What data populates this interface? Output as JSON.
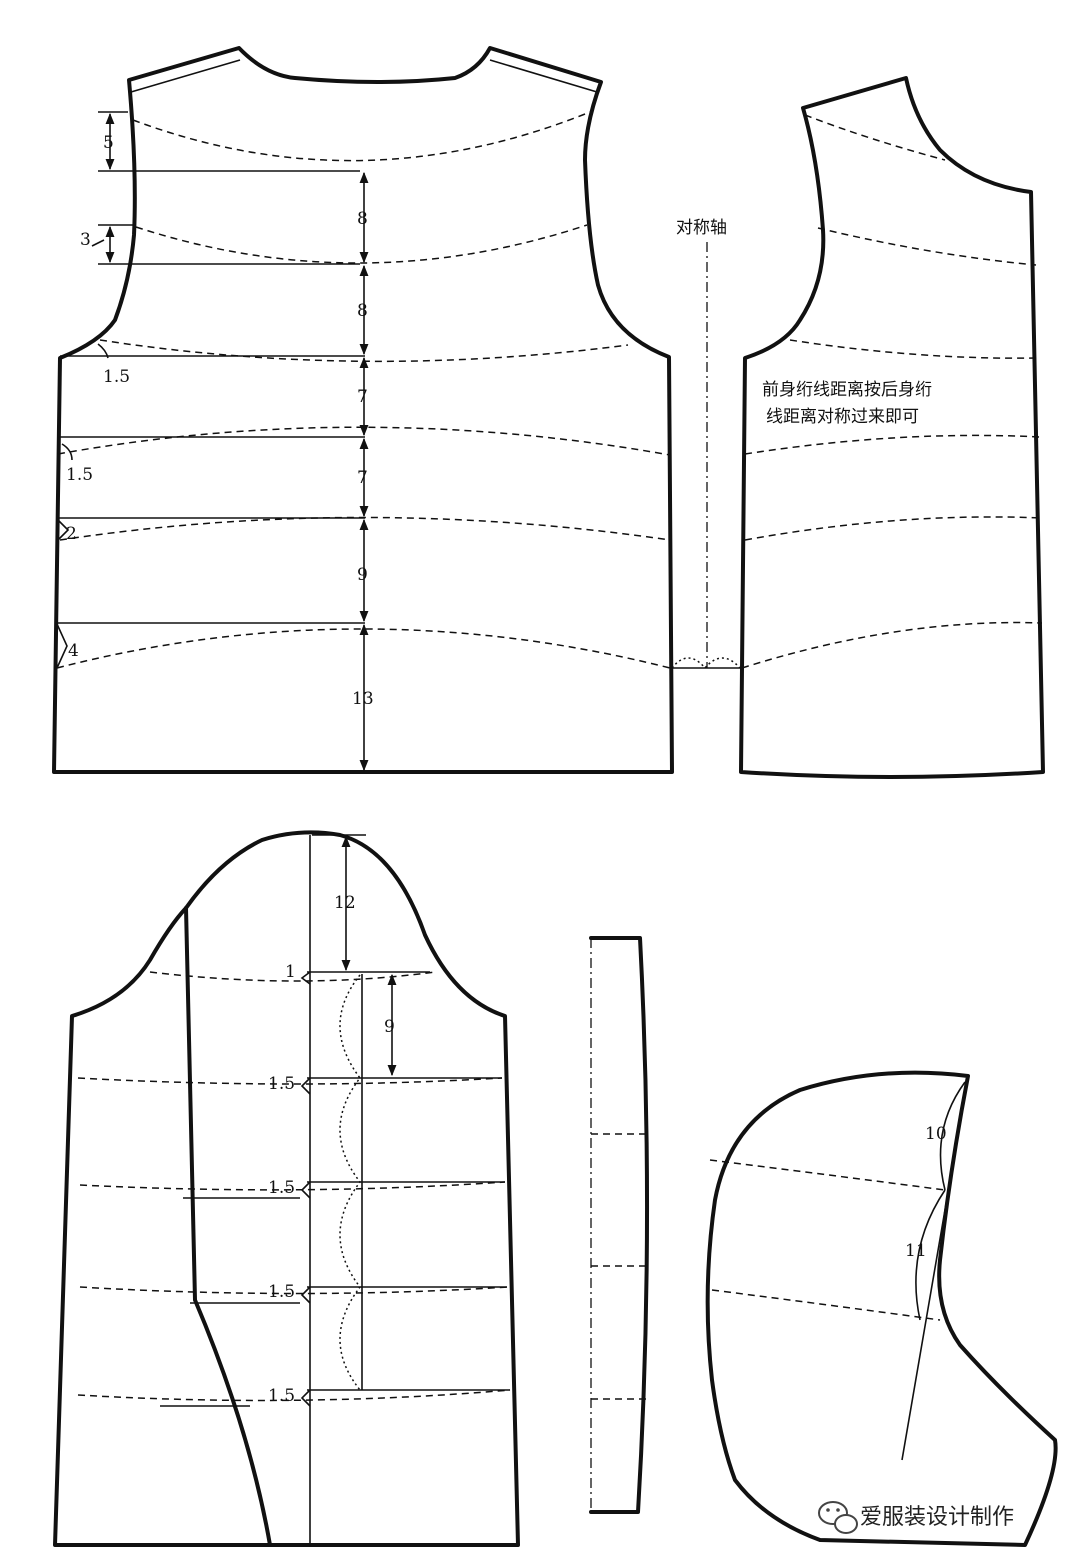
{
  "labels": {
    "axis": "对称轴",
    "note_line1": "前身绗线距离按后身绗",
    "note_line2": "线距离对称过来即可",
    "watermark": "爱服装设计制作"
  },
  "back": {
    "d_5": "5",
    "d_8a": "8",
    "d_3": "3",
    "d_8b": "8",
    "d_1_5a": "1.5",
    "d_7a": "7",
    "d_1_5b": "1.5",
    "d_7b": "7",
    "d_2": "2",
    "d_9": "9",
    "d_4": "4",
    "d_13": "13"
  },
  "sleeve": {
    "d_12": "12",
    "d_1": "1",
    "d_9": "9",
    "d_1_5a": "1.5",
    "d_1_5b": "1.5",
    "d_1_5c": "1.5",
    "d_1_5d": "1.5"
  },
  "hood": {
    "d_10": "10",
    "d_11": "11"
  }
}
